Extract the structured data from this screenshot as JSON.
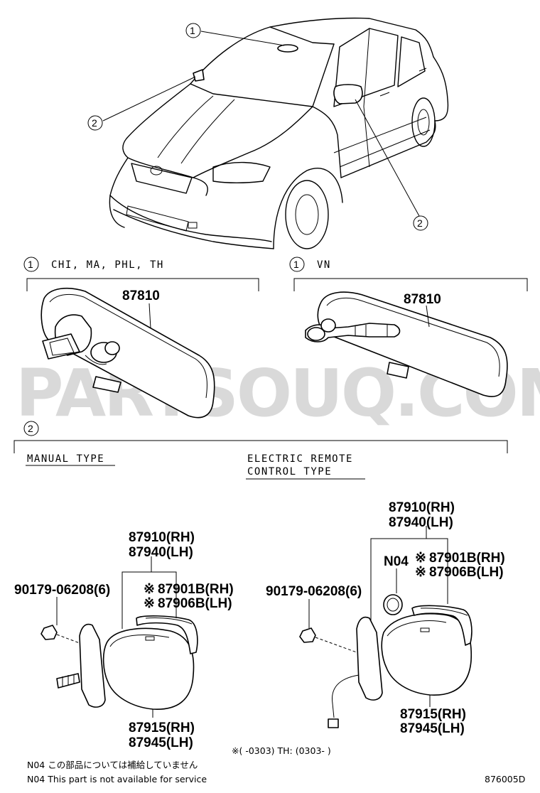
{
  "watermark": "PARTSOUQ.COM",
  "callouts": {
    "one": "1",
    "two": "2"
  },
  "sections": {
    "left_variant": "CHI, MA, PHL, TH",
    "right_variant": "VN",
    "manual_type": "MANUAL  TYPE",
    "electric_type_line1": "ELECTRIC  REMOTE",
    "electric_type_line2": "CONTROL  TYPE"
  },
  "parts": {
    "inner_mirror_left": "87810",
    "inner_mirror_right": "87810",
    "manual": {
      "mirror_rh": "87910(RH)",
      "mirror_lh": "87940(LH)",
      "screw": "90179-06208(6)",
      "cover_rh": "87901B(RH)",
      "cover_lh": "87906B(LH)",
      "glass_rh": "87915(RH)",
      "glass_lh": "87945(LH)"
    },
    "electric": {
      "mirror_rh": "87910(RH)",
      "mirror_lh": "87940(LH)",
      "screw": "90179-06208(6)",
      "n04": "N04",
      "cover_rh": "87901B(RH)",
      "cover_lh": "87906B(LH)",
      "glass_rh": "87915(RH)",
      "glass_lh": "87945(LH)"
    }
  },
  "footnotes": {
    "mark": "※",
    "date_range": "※(       -0303) TH: (0303-       )",
    "n04_jp": "N04 この部品については補給していません",
    "n04_en": "N04 This part is not available for service",
    "diagram_code": "876005D"
  }
}
